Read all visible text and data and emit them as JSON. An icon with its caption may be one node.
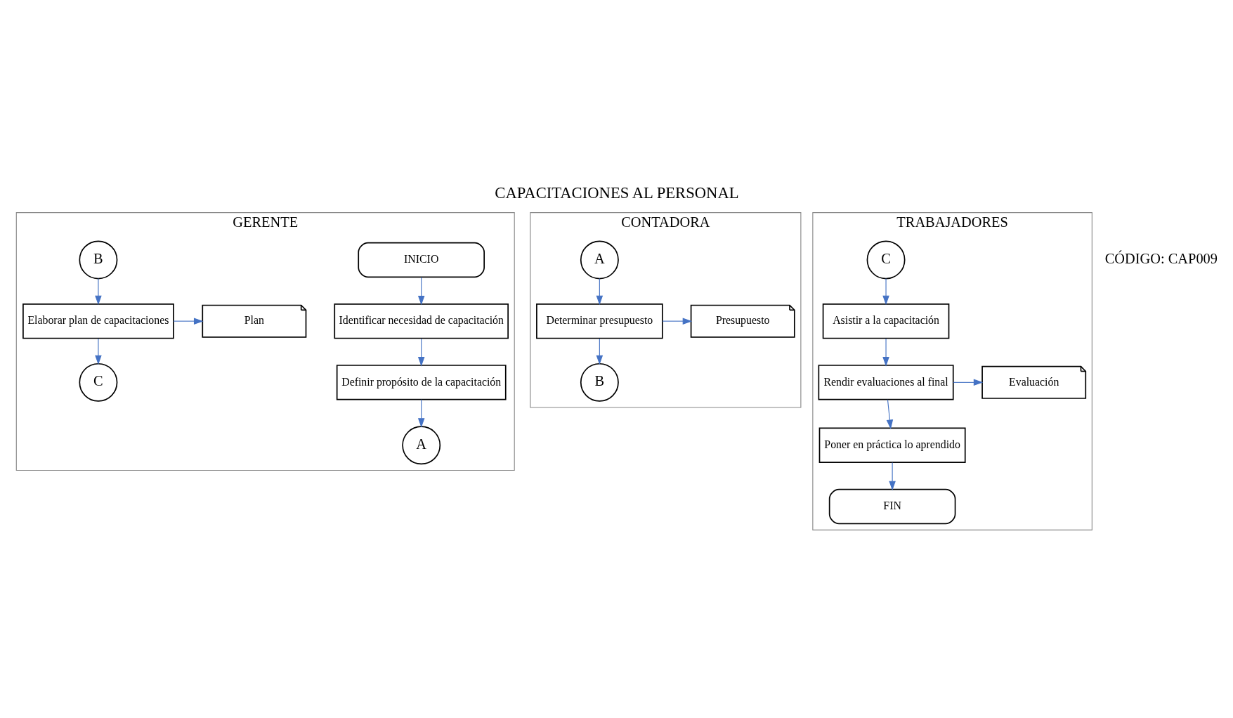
{
  "diagram": {
    "title": "CAPACITACIONES AL PERSONAL",
    "nodes": [
      {
        "text": [
          "GERENTE"
        ]
      },
      {
        "text": [
          "INICIO"
        ],
        "in": 0
      },
      {
        "text": [
          "Identificar necesidad de capacitación"
        ],
        "in": 0
      },
      {
        "text": [
          "Definir propósito de la capacitación"
        ],
        "in": 0
      },
      {
        "text": [
          "A"
        ],
        "in": 0
      },
      {
        "text": [
          "B"
        ],
        "in": 0
      },
      {
        "text": [
          "Elaborar plan de capacitaciones"
        ],
        "in": 0
      },
      {
        "text": [
          "Plan"
        ],
        "in": 0
      },
      {
        "text": [
          "C"
        ],
        "in": 0
      },
      {
        "text": [
          "CONTADORA"
        ]
      },
      {
        "text": [
          "A"
        ],
        "in": 9
      },
      {
        "text": [
          "Determinar presupuesto"
        ],
        "in": 9
      },
      {
        "text": [
          "Presupuesto"
        ],
        "in": 9
      },
      {
        "text": [
          "B"
        ],
        "in": 9
      },
      {
        "text": [
          "TRABAJADORES"
        ]
      },
      {
        "text": [
          "C"
        ],
        "in": 14
      },
      {
        "text": [
          "Asistir a la capacitación"
        ],
        "in": 14
      },
      {
        "text": [
          "Rendir evaluaciones al final"
        ],
        "in": 14
      },
      {
        "text": [
          "Evaluación"
        ],
        "in": 14
      },
      {
        "text": [
          "Poner en práctica lo aprendido"
        ],
        "in": 14
      },
      {
        "text": [
          "FIN"
        ],
        "in": 14
      }
    ],
    "edges": [
      {
        "from": 1,
        "to": 2,
        "arrow": "to"
      },
      {
        "from": 2,
        "to": 3,
        "arrow": "to"
      },
      {
        "from": 3,
        "to": 4,
        "arrow": "to"
      },
      {
        "from": 5,
        "to": 6,
        "arrow": "to"
      },
      {
        "from": 6,
        "to": 7,
        "arrow": "to"
      },
      {
        "from": 6,
        "to": 8,
        "arrow": "to"
      },
      {
        "from": 10,
        "to": 11,
        "arrow": "to"
      },
      {
        "from": 11,
        "to": 12,
        "arrow": "to"
      },
      {
        "from": 11,
        "to": 13,
        "arrow": "to"
      },
      {
        "from": 15,
        "to": 16,
        "arrow": "to"
      },
      {
        "from": 16,
        "to": 17,
        "arrow": "to"
      },
      {
        "from": 17,
        "to": 18,
        "arrow": "to"
      },
      {
        "from": 17,
        "to": 19,
        "arrow": "to"
      },
      {
        "from": 19,
        "to": 20,
        "arrow": "to"
      }
    ],
    "labels": [
      "CÓDIGO: CAP009"
    ]
  }
}
